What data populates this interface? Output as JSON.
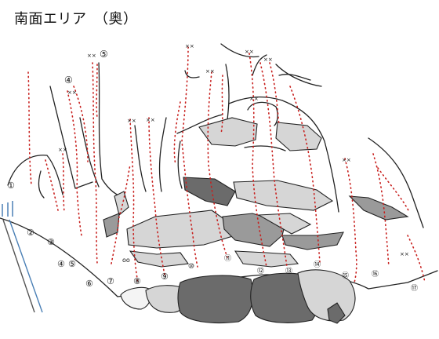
{
  "title": "南面エリア　（奥）",
  "colors": {
    "route": "#c8201e",
    "boulder_light": "#d6d6d6",
    "boulder_mid": "#9a9a9a",
    "boulder_dark": "#6b6b6b",
    "line": "#222222",
    "rope": "#4a7fb5"
  },
  "route_labels": [
    "①",
    "②",
    "③",
    "④",
    "⑤",
    "④",
    "⑤",
    "⑥",
    "⑦",
    "⑧",
    "⑨",
    "⑩",
    "⑪",
    "⑫",
    "⑬",
    "⑭",
    "⑮",
    "⑯",
    "⑰"
  ],
  "bolt_mark": "××",
  "anchor_mark": "oo"
}
